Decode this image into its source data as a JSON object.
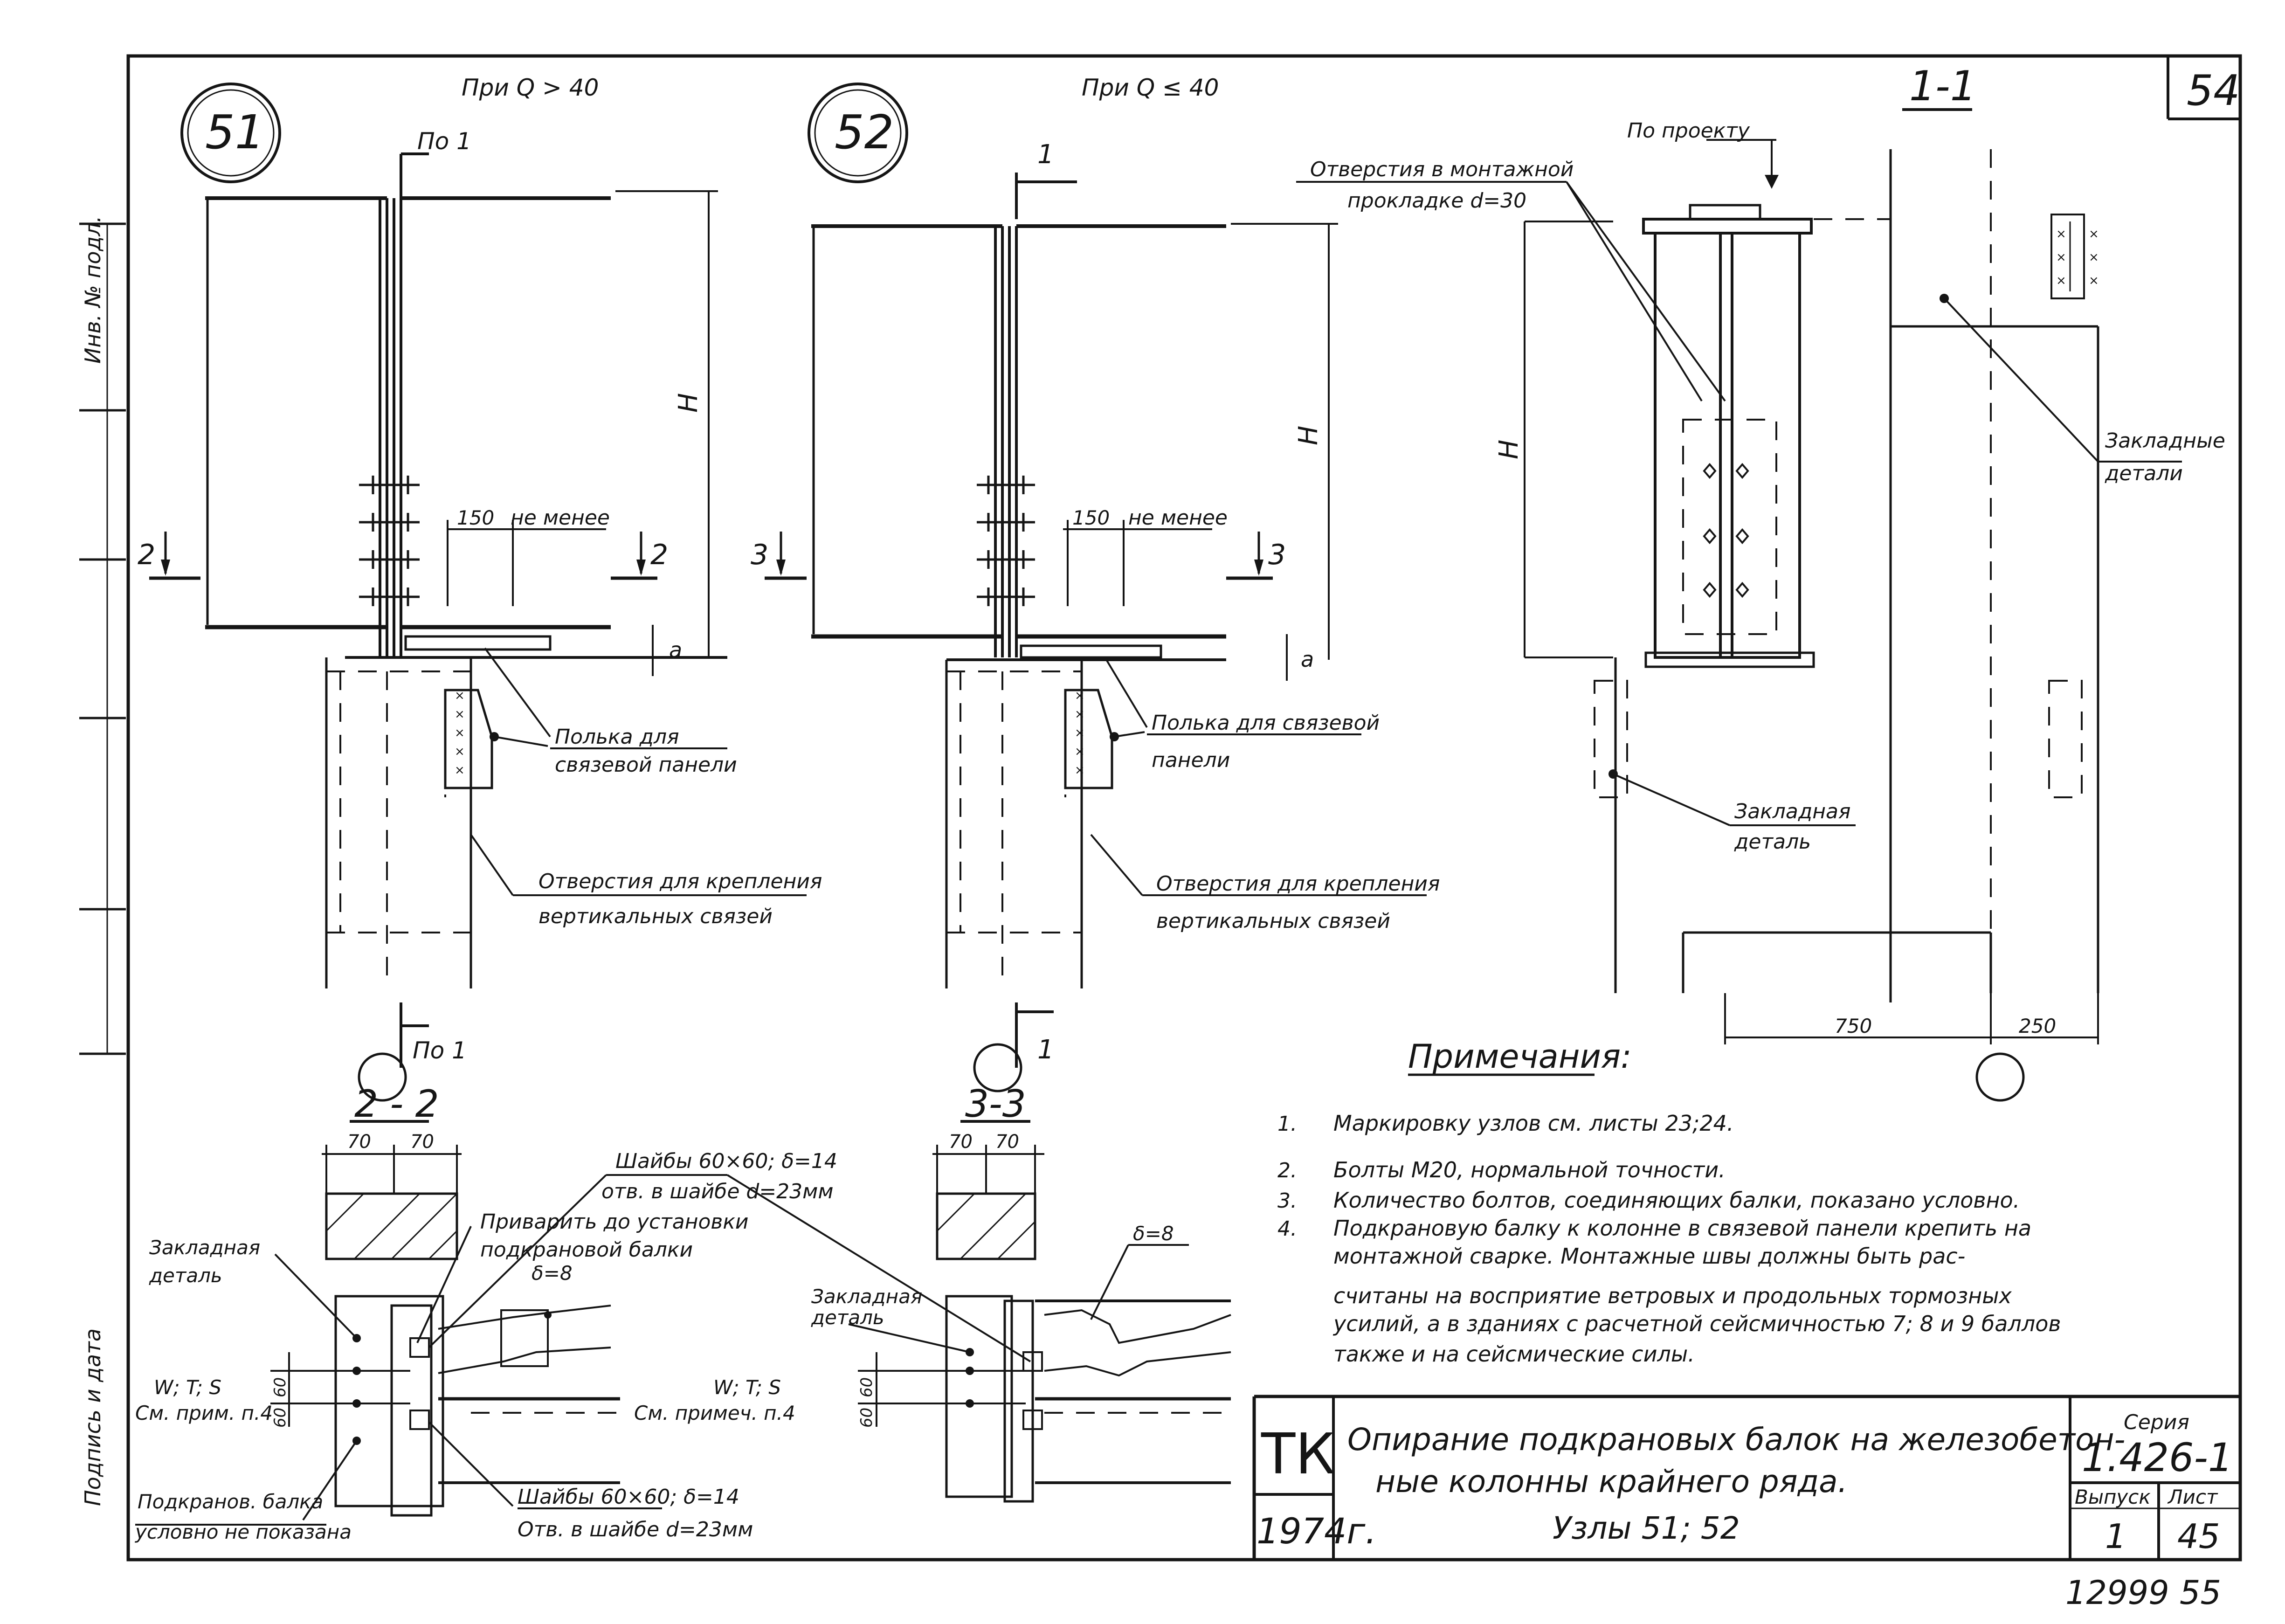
{
  "sheet": {
    "sheet_number": "54",
    "footer_number": "12999 55"
  },
  "node51": {
    "id": "51",
    "condition": "При  Q > 40",
    "cut_top": "По 1",
    "cut_bottom": "По 1",
    "section_left": "2",
    "section_right": "2",
    "dim_h": "H",
    "dim_a": "a",
    "dim_150": "150",
    "not_less": "не менее",
    "leader1_line1": "Полька для",
    "leader1_line2": "связевой  панели",
    "leader2_line1": "Отверстия  для  крепления",
    "leader2_line2": "вертикальных   связей"
  },
  "node52": {
    "id": "52",
    "condition": "При  Q ≤ 40",
    "cut_top": "1",
    "cut_bottom": "1",
    "section_left": "3",
    "section_right": "3",
    "dim_h": "H",
    "dim_a": "a",
    "dim_150": "150",
    "not_less": "не менее",
    "leader1_line1": "Полька  для  связевой",
    "leader1_line2": "панели",
    "leader2_line1": "Отверстия  для  крепления",
    "leader2_line2": "вертикальных   связей"
  },
  "section11": {
    "title": "1-1",
    "by_project": "По проекту",
    "holes_line1": "Отверстия  в  монтажной",
    "holes_line2": "прокладке  d=30",
    "embedded_right_1": "Закладные",
    "embedded_right_2": "детали",
    "embedded_center_1": "Закладная",
    "embedded_center_2": "деталь",
    "dim_h": "H",
    "dim_750": "750",
    "dim_250": "250"
  },
  "section22": {
    "title": "2 - 2",
    "dim_70a": "70",
    "dim_70b": "70",
    "dim_60a": "60",
    "dim_60b": "60",
    "washer_top_1": "Шайбы  60×60;  δ=14",
    "washer_top_2": "отв. в  шайбе  d=23мм",
    "weld_1": "Приварить до  установки",
    "weld_2": "подкрановой   балки",
    "embedded_1": "Закладная",
    "embedded_2": "деталь",
    "delta": "δ=8",
    "wts": "W; T; S",
    "see_note": "См. прим. п.4",
    "beam_1": "Подкранов. балка",
    "beam_2": "условно не показана",
    "washer_bot_1": "Шайбы  60×60;  δ=14",
    "washer_bot_2": "Отв. в  шайбе  d=23мм"
  },
  "section33": {
    "title": "3-3",
    "dim_70a": "70",
    "dim_70b": "70",
    "dim_60a": "60",
    "dim_60b": "60",
    "delta": "δ=8",
    "embedded_1": "Закладная",
    "embedded_2": "деталь",
    "wts": "W; T; S",
    "see_note": "См. примеч. п.4"
  },
  "notes": {
    "title": "Примечания:",
    "items": [
      {
        "num": "1.",
        "lines": [
          "Маркировку   узлов  см. листы  23;24."
        ]
      },
      {
        "num": "2.",
        "lines": [
          "Болты  М20,  нормальной  точности."
        ]
      },
      {
        "num": "3.",
        "lines": [
          "Количество   болтов, соединяющих  балки,  показано  условно."
        ]
      },
      {
        "num": "4.",
        "lines": [
          "Подкрановую  балку  к  колонне  в связевой  панели  крепить  на",
          "монтажной   сварке.  Монтажные  швы  должны  быть  рас-",
          "считаны   на  восприятие  ветровых   и  продольных  тормозных",
          "усилий, а в зданиях   с  расчетной    сейсмичностью   7; 8 и 9  баллов",
          "также    и  на  сейсмические   силы."
        ]
      }
    ]
  },
  "title_block": {
    "org": "ТК",
    "year": "1974г.",
    "title_line1": "Опирание   подкрановых  балок  на  железобетон-",
    "title_line2": "ные   колонны   крайнего   ряда.",
    "title_line3": "Узлы  51; 52",
    "series_label": "Серия",
    "series_value": "1.426-1",
    "issue_label": "Выпуск",
    "issue_value": "1",
    "sheet_label": "Лист",
    "sheet_value": "45"
  },
  "margin": {
    "vertical_text_top": "Инв. № подл.",
    "vertical_text_bottom": "Подпись и дата"
  }
}
